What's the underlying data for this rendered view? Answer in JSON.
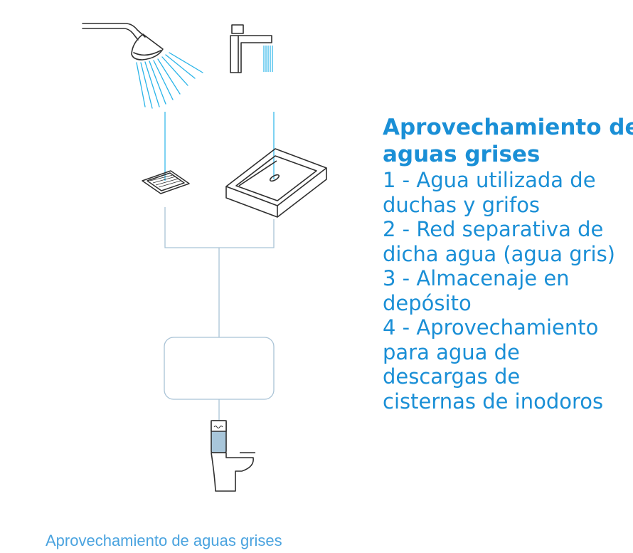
{
  "diagram": {
    "title_lines": [
      "Aprovechamiento de",
      "aguas grises"
    ],
    "steps": [
      [
        "1 - Agua utilizada de",
        "duchas y grifos"
      ],
      [
        "2 - Red separativa de",
        "dicha agua (agua gris)"
      ],
      [
        "3 - Almacenaje en",
        "depósito"
      ],
      [
        "4 - Aprovechamiento",
        "para agua de",
        "descargas de",
        "cisternas de inodoros"
      ]
    ],
    "icons": [
      "shower-icon",
      "faucet-icon",
      "floor-drain-icon",
      "sink-icon",
      "tank-icon",
      "toilet-icon"
    ],
    "colors": {
      "accent": "#1a8fd6",
      "water": "#29b4e8",
      "line": "#2f2f2f",
      "pipe": "#a9c3d6"
    }
  },
  "caption": "Aprovechamiento de aguas grises"
}
